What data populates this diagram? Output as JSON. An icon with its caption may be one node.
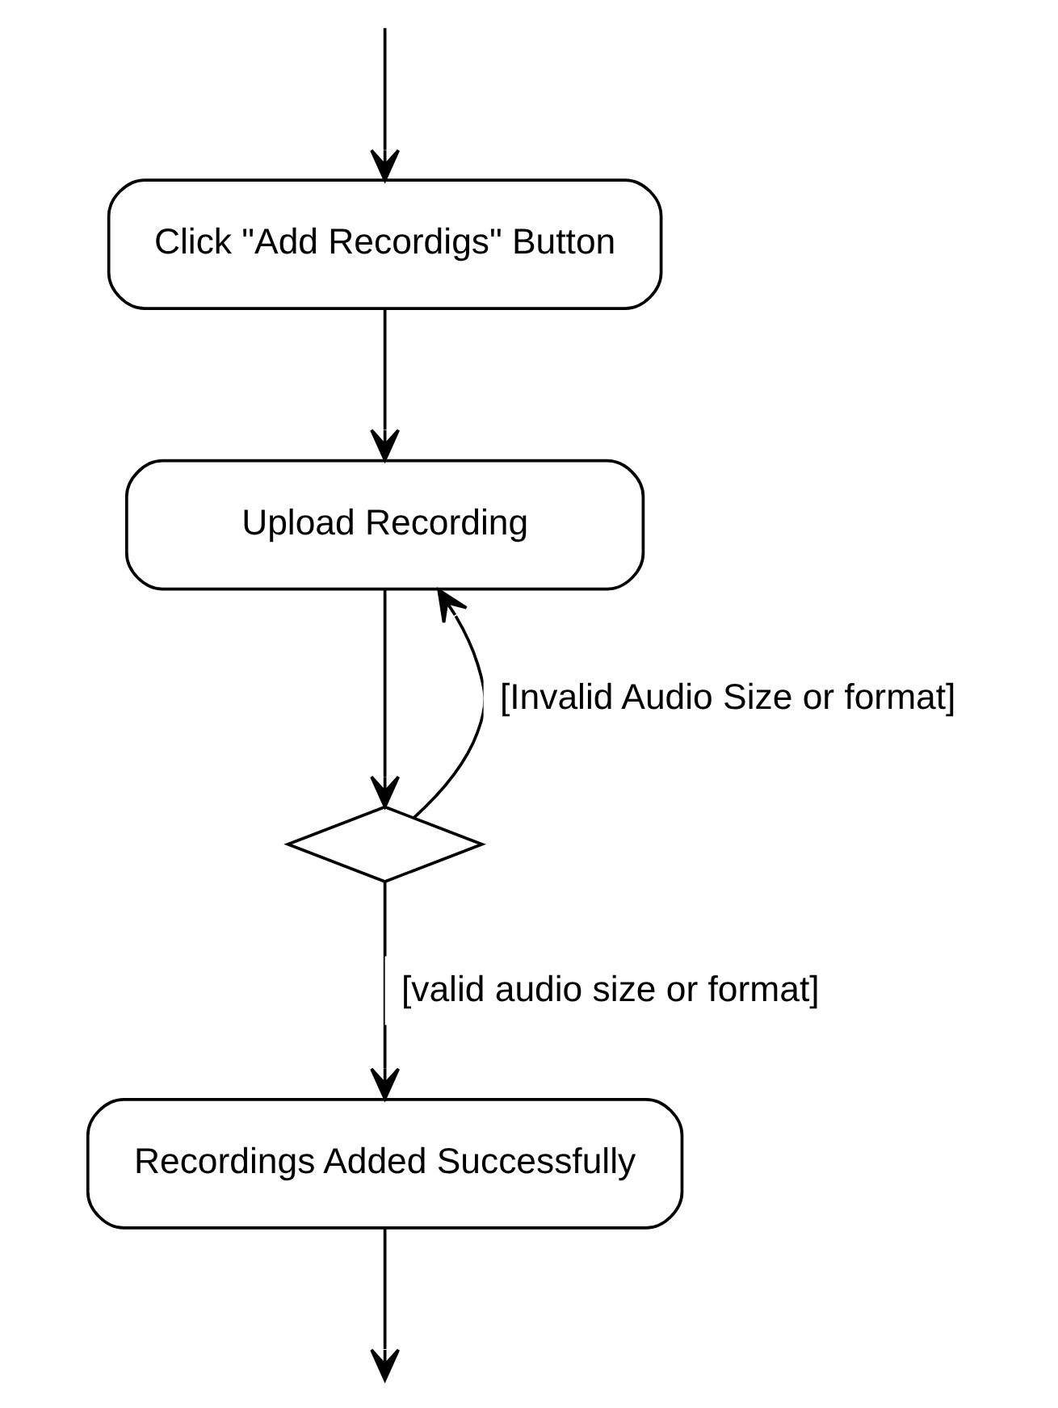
{
  "diagram": {
    "nodes": [
      {
        "text": [
          "Click \"Add Recordigs\" Button"
        ]
      },
      {
        "text": [
          "Upload Recording"
        ]
      },
      {
        "text": [],
        "shape": "diamond"
      },
      {
        "text": [
          "Recordings Added Successfully"
        ]
      }
    ],
    "edges": [
      {
        "from": null,
        "to": 0,
        "arrow": "to"
      },
      {
        "from": 0,
        "to": 1,
        "arrow": "to"
      },
      {
        "from": 1,
        "to": 2,
        "arrow": "to"
      },
      {
        "from": 2,
        "to": 1,
        "arrow": "to",
        "label": "[Invalid Audio Size or format]"
      },
      {
        "from": 2,
        "to": 3,
        "arrow": "to",
        "label": "[valid audio size or format]"
      },
      {
        "from": 3,
        "to": null,
        "arrow": "to"
      }
    ]
  }
}
